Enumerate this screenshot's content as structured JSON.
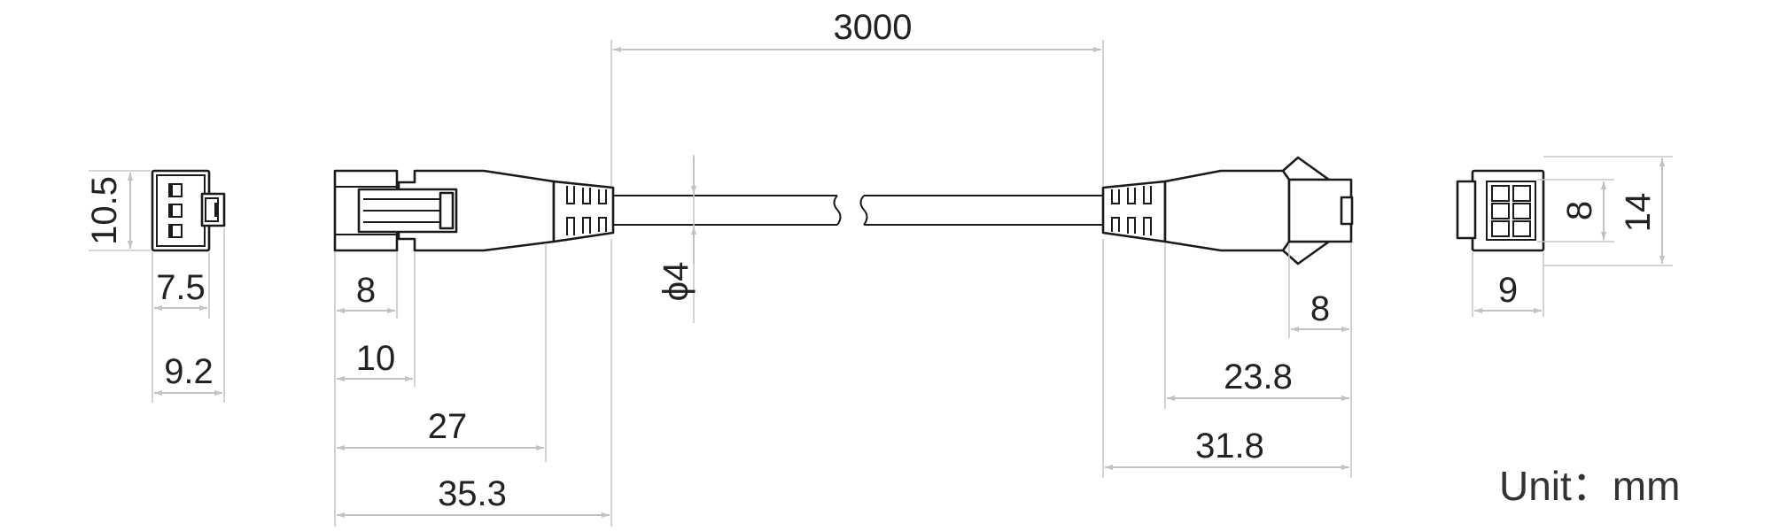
{
  "unit_label": "Unit：mm",
  "dimensions": {
    "cable_length": "3000",
    "cable_diameter": "ϕ4",
    "left_end_height": "10.5",
    "left_end_width_inner": "7.5",
    "left_end_width_outer": "9.2",
    "plug_8": "8",
    "plug_10": "10",
    "plug_27": "27",
    "plug_35_3": "35.3",
    "socket_8": "8",
    "socket_23_8": "23.8",
    "socket_31_8": "31.8",
    "right_end_width": "9",
    "right_end_height_inner": "8",
    "right_end_height_outer": "14"
  },
  "colors": {
    "line": "#1a1a1a",
    "dimension": "#c2c2c2",
    "text": "#222222"
  }
}
